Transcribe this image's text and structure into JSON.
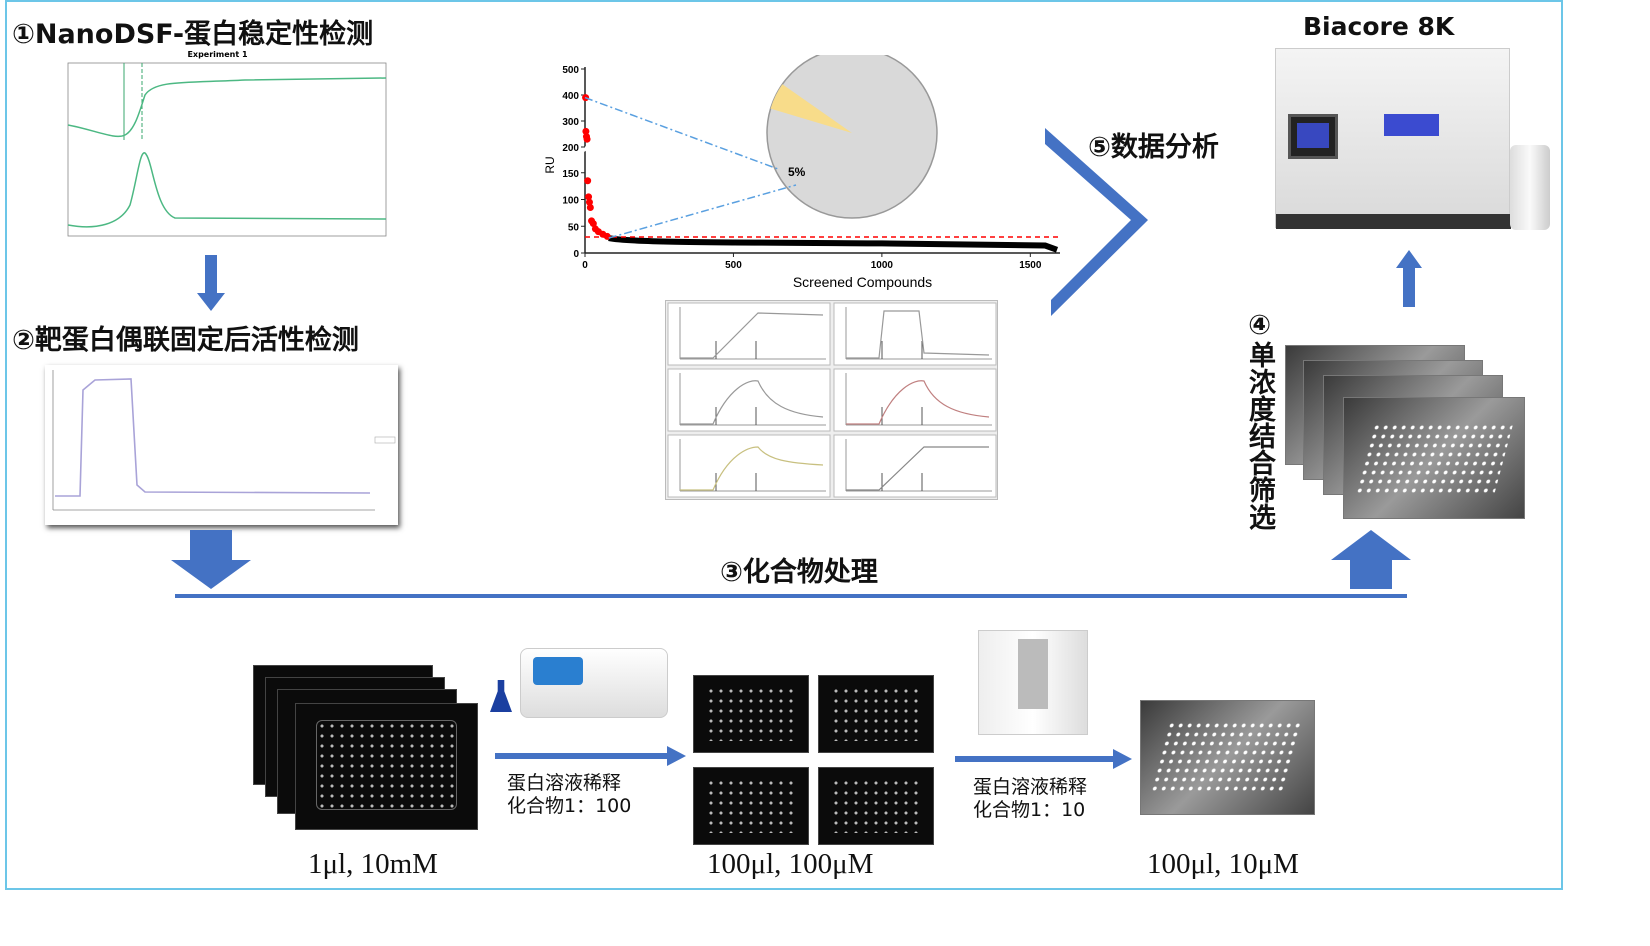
{
  "titles": {
    "step1": "①NanoDSF-蛋白稳定性检测",
    "step2": "②靶蛋白偶联固定后活性检测",
    "step3": "③化合物处理",
    "step4": "④单浓度结合筛选",
    "step5": "⑤数据分析",
    "instrument": "Biacore 8K"
  },
  "dsf_chart": {
    "title": "Experiment 1"
  },
  "bottom": {
    "dilution1_line1": "蛋白溶液稀释",
    "dilution1_line2": "化合物1：100",
    "dilution2_line1": "蛋白溶液稀释",
    "dilution2_line2": "化合物1：10",
    "cap1": "1μl, 10mM",
    "cap2": "100μl, 100μM",
    "cap3": "100μl, 10μM"
  },
  "colors": {
    "arrow": "#4472c4",
    "frame": "#6cc6e8",
    "hit": "#ff0000",
    "pie_slice": "#f8dc8a",
    "pie": "#d9d9d9"
  },
  "chart_data": {
    "type": "scatter",
    "xlabel": "Screened Compounds",
    "ylabel": "RU",
    "xticks": [
      "0",
      "500",
      "1000",
      "1500"
    ],
    "yticks": [
      "0",
      "50",
      "100",
      "150",
      "200",
      "300",
      "400",
      "500"
    ],
    "xlim": [
      0,
      1600
    ],
    "ylim": [
      0,
      500
    ],
    "threshold": 30,
    "hits_x": [
      2,
      3,
      5,
      7,
      9,
      12,
      15,
      18,
      22,
      28,
      35,
      45,
      60,
      75
    ],
    "hits_y": [
      390,
      260,
      240,
      230,
      135,
      105,
      95,
      85,
      60,
      55,
      45,
      40,
      35,
      31
    ],
    "pie_label": "5%",
    "pie_percent": 5
  }
}
